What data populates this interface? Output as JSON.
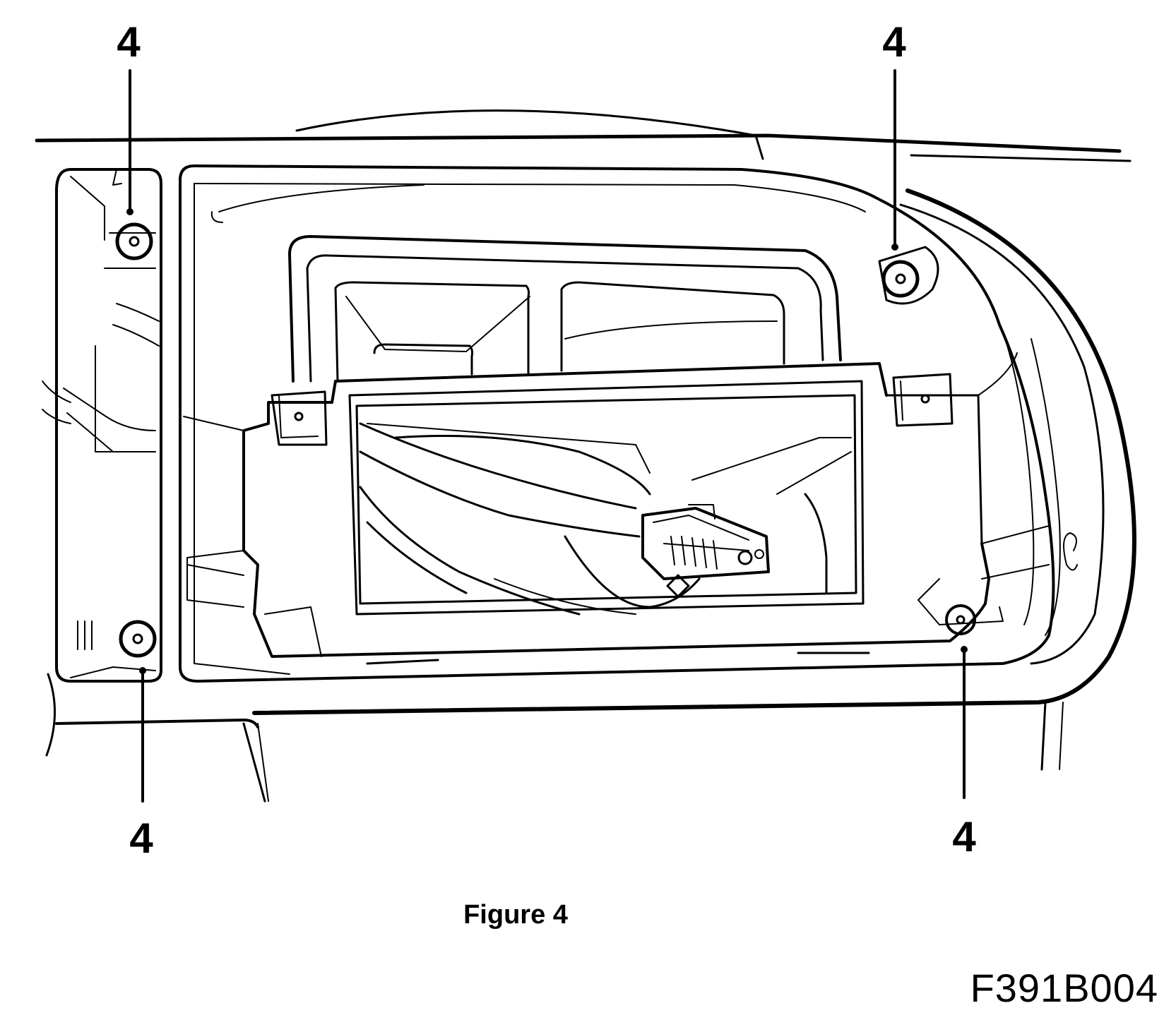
{
  "callouts": {
    "top_left": "4",
    "top_right": "4",
    "bottom_left": "4",
    "bottom_right": "4"
  },
  "caption": "Figure 4",
  "figure_code": "F391B004",
  "colors": {
    "line": "#000000",
    "background": "#ffffff"
  }
}
